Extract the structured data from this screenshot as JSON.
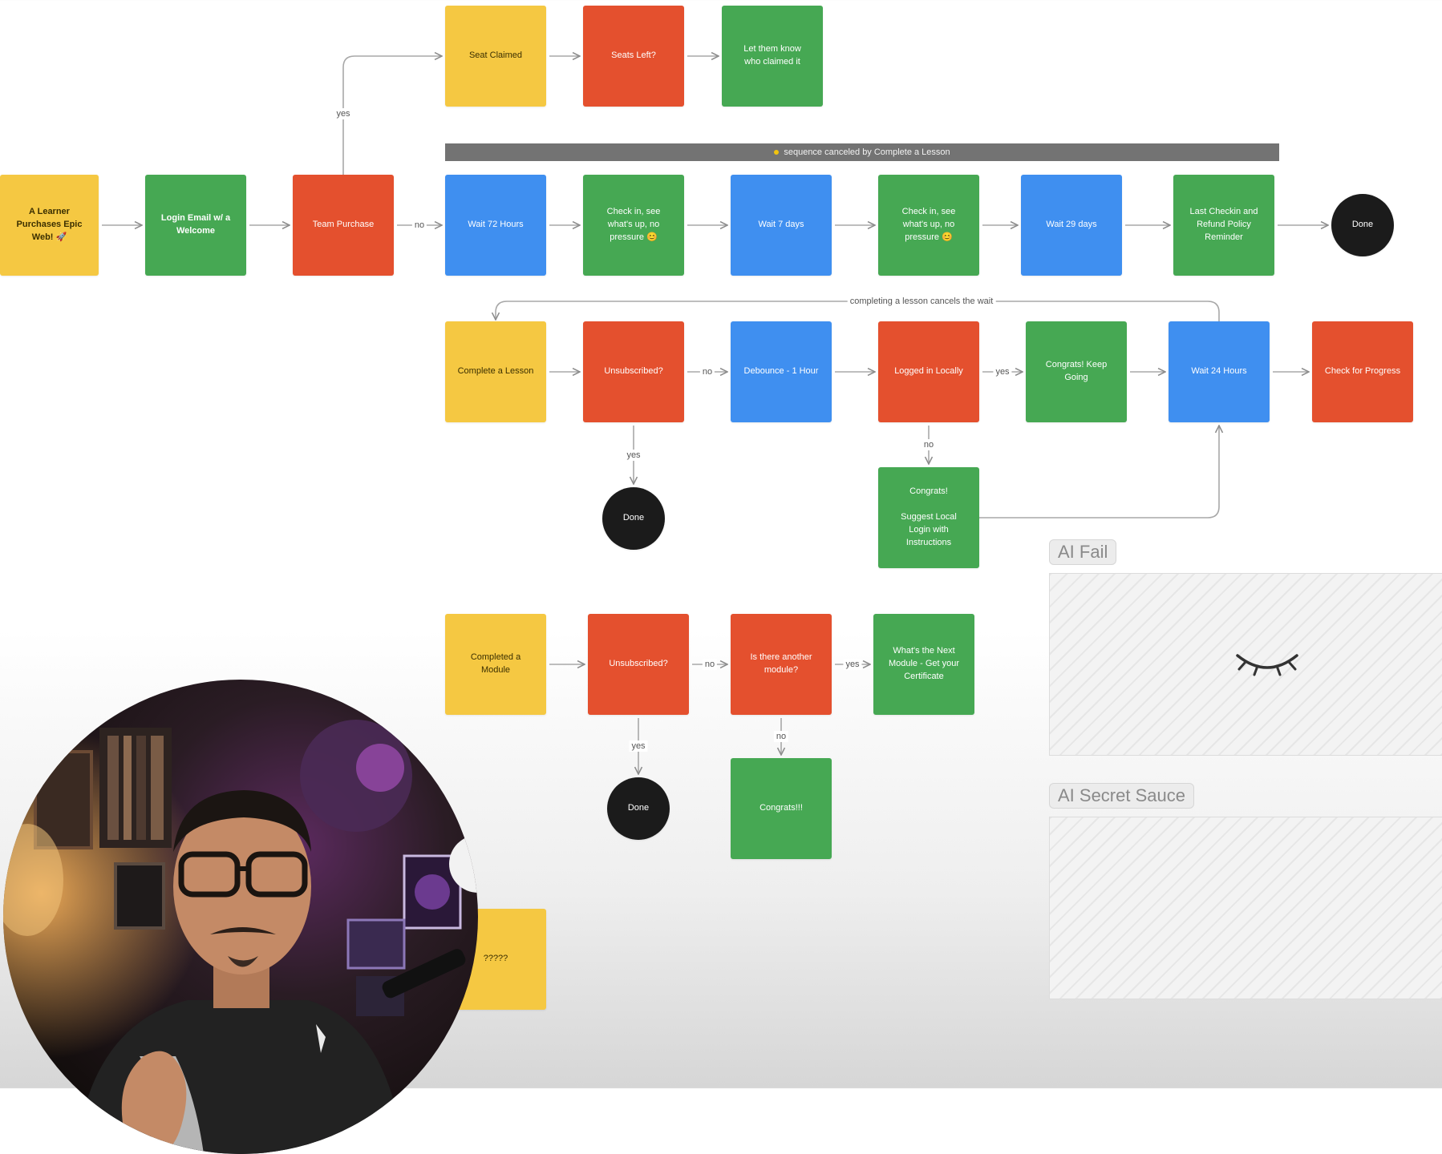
{
  "colors": {
    "yellow": "#f5c842",
    "red": "#e4502e",
    "green": "#46a853",
    "blue": "#3f8ff0",
    "black": "#1b1b1b",
    "bar": "#737373"
  },
  "banner": {
    "text": "sequence canceled by Complete a Lesson"
  },
  "nodes": {
    "seat_claimed": {
      "text": "Seat Claimed",
      "color": "yellow"
    },
    "seats_left": {
      "text": "Seats Left?",
      "color": "red"
    },
    "let_them_know": {
      "text": "Let them know\nwho claimed it",
      "color": "green"
    },
    "learner_purchase": {
      "text": "A Learner\nPurchases Epic\nWeb! 🚀",
      "color": "yellow"
    },
    "login_email": {
      "text": "Login Email w/ a\nWelcome",
      "color": "green"
    },
    "team_purchase": {
      "text": "Team Purchase",
      "color": "red"
    },
    "wait_72": {
      "text": "Wait 72 Hours",
      "color": "blue"
    },
    "checkin_1": {
      "text": "Check in, see\nwhat's up, no\npressure 😊",
      "color": "green"
    },
    "wait_7": {
      "text": "Wait 7 days",
      "color": "blue"
    },
    "checkin_2": {
      "text": "Check in, see\nwhat's up, no\npressure 😊",
      "color": "green"
    },
    "wait_29": {
      "text": "Wait 29 days",
      "color": "blue"
    },
    "last_checkin": {
      "text": "Last Checkin and\nRefund Policy\nReminder",
      "color": "green"
    },
    "done_1": {
      "text": "Done",
      "color": "black"
    },
    "complete_lesson": {
      "text": "Complete a Lesson",
      "color": "yellow"
    },
    "unsubscribed_1": {
      "text": "Unsubscribed?",
      "color": "red"
    },
    "debounce": {
      "text": "Debounce - 1 Hour",
      "color": "blue"
    },
    "logged_in": {
      "text": "Logged in Locally",
      "color": "red"
    },
    "congrats_keep": {
      "text": "Congrats! Keep\nGoing",
      "color": "green"
    },
    "wait_24": {
      "text": "Wait 24 Hours",
      "color": "blue"
    },
    "check_progress": {
      "text": "Check for Progress",
      "color": "red"
    },
    "done_2": {
      "text": "Done",
      "color": "black"
    },
    "congrats_suggest": {
      "text": "Congrats!\n\nSuggest Local\nLogin with\nInstructions",
      "color": "green"
    },
    "completed_module": {
      "text": "Completed a\nModule",
      "color": "yellow"
    },
    "unsubscribed_2": {
      "text": "Unsubscribed?",
      "color": "red"
    },
    "another_module": {
      "text": "Is there another\nmodule?",
      "color": "red"
    },
    "next_module": {
      "text": "What's the Next\nModule - Get your\nCertificate",
      "color": "green"
    },
    "done_3": {
      "text": "Done",
      "color": "black"
    },
    "congrats_final": {
      "text": "Congrats!!!",
      "color": "green"
    },
    "unknown": {
      "text": "?????",
      "color": "yellow"
    }
  },
  "edges": [
    {
      "from": "seat_claimed",
      "to": "seats_left"
    },
    {
      "from": "seats_left",
      "to": "let_them_know"
    },
    {
      "from": "team_purchase",
      "to": "seat_claimed",
      "label": "yes"
    },
    {
      "from": "learner_purchase",
      "to": "login_email"
    },
    {
      "from": "login_email",
      "to": "team_purchase"
    },
    {
      "from": "team_purchase",
      "to": "wait_72",
      "label": "no"
    },
    {
      "from": "wait_72",
      "to": "checkin_1"
    },
    {
      "from": "checkin_1",
      "to": "wait_7"
    },
    {
      "from": "wait_7",
      "to": "checkin_2"
    },
    {
      "from": "checkin_2",
      "to": "wait_29"
    },
    {
      "from": "wait_29",
      "to": "last_checkin"
    },
    {
      "from": "last_checkin",
      "to": "done_1"
    },
    {
      "from": "complete_lesson",
      "to": "unsubscribed_1"
    },
    {
      "from": "unsubscribed_1",
      "to": "debounce",
      "label": "no"
    },
    {
      "from": "debounce",
      "to": "logged_in"
    },
    {
      "from": "logged_in",
      "to": "congrats_keep",
      "label": "yes"
    },
    {
      "from": "congrats_keep",
      "to": "wait_24"
    },
    {
      "from": "wait_24",
      "to": "check_progress"
    },
    {
      "from": "wait_24",
      "to": "complete_lesson",
      "label": "completing a lesson cancels the wait"
    },
    {
      "from": "unsubscribed_1",
      "to": "done_2",
      "label": "yes"
    },
    {
      "from": "logged_in",
      "to": "congrats_suggest",
      "label": "no"
    },
    {
      "from": "congrats_suggest",
      "to": "wait_24"
    },
    {
      "from": "completed_module",
      "to": "unsubscribed_2"
    },
    {
      "from": "unsubscribed_2",
      "to": "another_module",
      "label": "no"
    },
    {
      "from": "another_module",
      "to": "next_module",
      "label": "yes"
    },
    {
      "from": "unsubscribed_2",
      "to": "done_3",
      "label": "yes"
    },
    {
      "from": "another_module",
      "to": "congrats_final",
      "label": "no"
    }
  ],
  "panels": {
    "ai_fail": {
      "label": "AI Fail",
      "icon": "closed-eye-icon"
    },
    "ai_secret": {
      "label": "AI Secret Sauce"
    }
  },
  "webcam": {
    "description_icon": "presenter-webcam"
  }
}
